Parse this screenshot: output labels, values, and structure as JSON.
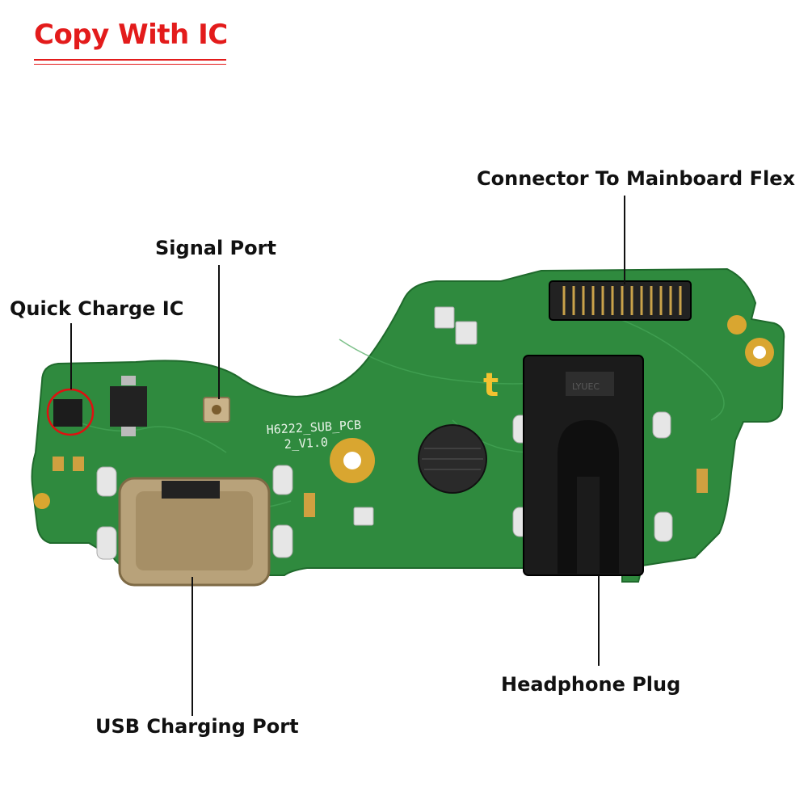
{
  "header": {
    "title": "Copy With IC",
    "title_color": "#e31b1b",
    "underline_color": "#e31b1b"
  },
  "callouts": {
    "connector": "Connector To Mainboard Flex",
    "signal_port": "Signal Port",
    "quick_charge_ic": "Quick Charge IC",
    "headphone_plug": "Headphone Plug",
    "usb_port": "USB Charging Port"
  },
  "board": {
    "silkscreen_line1": "H6222_SUB_PCB",
    "silkscreen_line2": "2_V1.0",
    "jack_marking": "LYUEC",
    "pcb_color": "#2e8b3f",
    "highlight_color": "#e01010"
  }
}
